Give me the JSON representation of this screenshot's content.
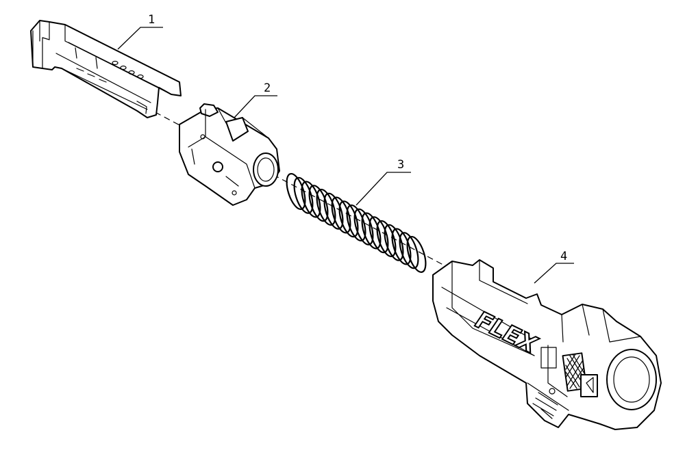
{
  "parts": [
    {
      "id": "part-1",
      "label": "1"
    },
    {
      "id": "part-2",
      "label": "2"
    },
    {
      "id": "part-3",
      "label": "3"
    },
    {
      "id": "part-4",
      "label": "4"
    }
  ],
  "brand": "FLEX"
}
